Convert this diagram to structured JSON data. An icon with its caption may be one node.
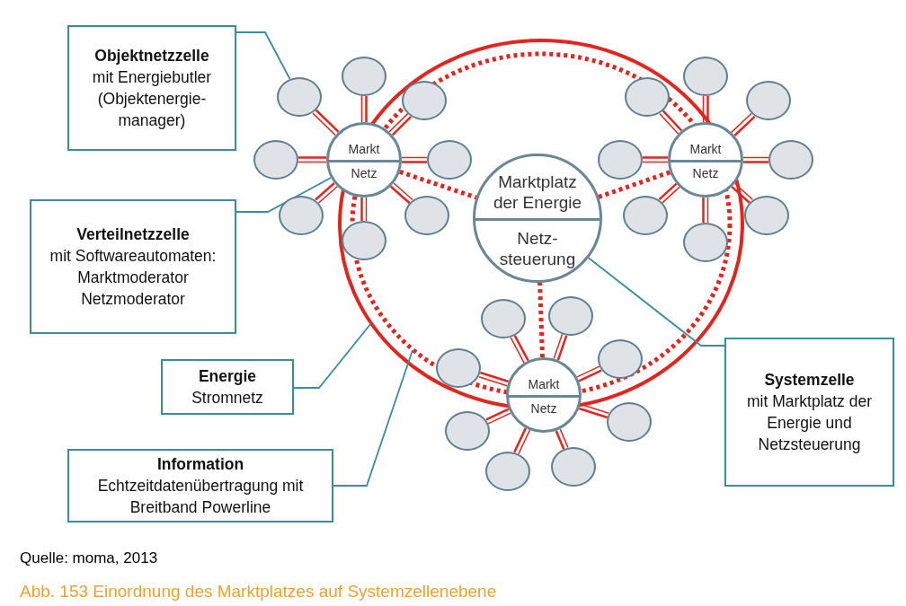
{
  "diagram": {
    "caption": "Abb. 153 Einordnung des Marktplatzes auf Systemzellenebene",
    "nodes": [
      {
        "text": [
          "Objektnetzzelle",
          "mit Energiebutler (Objektenergie- manager)"
        ]
      },
      {
        "text": [
          "Verteilnetzzelle",
          "mit Softwareautomaten: Marktmoderator Netzmoderator"
        ]
      },
      {
        "text": [
          "Energie",
          "Stromnetz"
        ]
      },
      {
        "text": [
          "Information",
          "Echtzeitdatenübertragung mit Breitband Powerline"
        ]
      },
      {
        "text": [
          "Systemzelle",
          "mit Marktplatz der Energie und Netzsteuerung"
        ]
      },
      {
        "text": [
          "Marktplatz der Energie",
          "Netz- steuerung"
        ]
      },
      {
        "text": [
          "Markt",
          "Netz"
        ]
      },
      {
        "text": [
          "Markt",
          "Netz"
        ]
      },
      {
        "text": [
          "Markt",
          "Netz"
        ]
      },
      {
        "text": [],
        "shape": "circle"
      },
      {
        "text": [],
        "shape": "circle"
      },
      {
        "text": [],
        "shape": "circle"
      },
      {
        "text": [],
        "shape": "circle"
      },
      {
        "text": [],
        "shape": "circle"
      },
      {
        "text": [],
        "shape": "circle"
      },
      {
        "text": [],
        "shape": "circle"
      },
      {
        "text": [],
        "shape": "circle"
      },
      {
        "text": [],
        "shape": "circle"
      },
      {
        "text": [],
        "shape": "circle"
      },
      {
        "text": [],
        "shape": "circle"
      },
      {
        "text": [],
        "shape": "circle"
      },
      {
        "text": [],
        "shape": "circle"
      },
      {
        "text": [],
        "shape": "circle"
      },
      {
        "text": [],
        "shape": "circle"
      },
      {
        "text": [],
        "shape": "circle"
      },
      {
        "text": [],
        "shape": "circle"
      },
      {
        "text": [],
        "shape": "circle"
      },
      {
        "text": [],
        "shape": "circle"
      },
      {
        "text": [],
        "shape": "circle"
      },
      {
        "text": [],
        "shape": "circle"
      },
      {
        "text": [],
        "shape": "circle"
      },
      {
        "text": [],
        "shape": "circle"
      },
      {
        "text": [],
        "shape": "circle"
      }
    ],
    "edges": [
      {
        "from": 0,
        "to": 10,
        "arrow": "none",
        "color": "#3a8d9c"
      },
      {
        "from": 1,
        "to": 6,
        "arrow": "none",
        "color": "#3a8d9c"
      },
      {
        "from": 2,
        "to": null,
        "arrow": "none",
        "color": "#3a8d9c"
      },
      {
        "from": 3,
        "to": null,
        "arrow": "none",
        "color": "#3a8d9c"
      },
      {
        "from": 4,
        "to": 5,
        "arrow": "none",
        "color": "#3a8d9c"
      },
      {
        "from": 6,
        "to": 5,
        "arrow": "none",
        "style": "dashed"
      },
      {
        "from": 7,
        "to": 5,
        "arrow": "none",
        "style": "dashed"
      },
      {
        "from": 8,
        "to": 5,
        "arrow": "none",
        "style": "dashed"
      },
      {
        "from": 6,
        "to": 9,
        "arrow": "none"
      },
      {
        "from": 6,
        "to": 10,
        "arrow": "none"
      },
      {
        "from": 6,
        "to": 11,
        "arrow": "none"
      },
      {
        "from": 6,
        "to": 12,
        "arrow": "none"
      },
      {
        "from": 6,
        "to": 13,
        "arrow": "none"
      },
      {
        "from": 6,
        "to": 14,
        "arrow": "none"
      },
      {
        "from": 6,
        "to": 15,
        "arrow": "none"
      },
      {
        "from": 6,
        "to": 16,
        "arrow": "none"
      },
      {
        "from": 7,
        "to": 17,
        "arrow": "none"
      },
      {
        "from": 7,
        "to": 18,
        "arrow": "none"
      },
      {
        "from": 7,
        "to": 19,
        "arrow": "none"
      },
      {
        "from": 7,
        "to": 20,
        "arrow": "none"
      },
      {
        "from": 7,
        "to": 21,
        "arrow": "none"
      },
      {
        "from": 7,
        "to": 22,
        "arrow": "none"
      },
      {
        "from": 7,
        "to": 23,
        "arrow": "none"
      },
      {
        "from": 7,
        "to": 24,
        "arrow": "none"
      },
      {
        "from": 8,
        "to": 25,
        "arrow": "none"
      },
      {
        "from": 8,
        "to": 26,
        "arrow": "none"
      },
      {
        "from": 8,
        "to": 27,
        "arrow": "none"
      },
      {
        "from": 8,
        "to": 28,
        "arrow": "none"
      },
      {
        "from": 8,
        "to": 29,
        "arrow": "none"
      },
      {
        "from": 8,
        "to": 30,
        "arrow": "none"
      },
      {
        "from": 8,
        "to": 31,
        "arrow": "none"
      },
      {
        "from": 8,
        "to": 32,
        "arrow": "none"
      }
    ],
    "labels": [
      "Quelle: moma, 2013"
    ]
  }
}
